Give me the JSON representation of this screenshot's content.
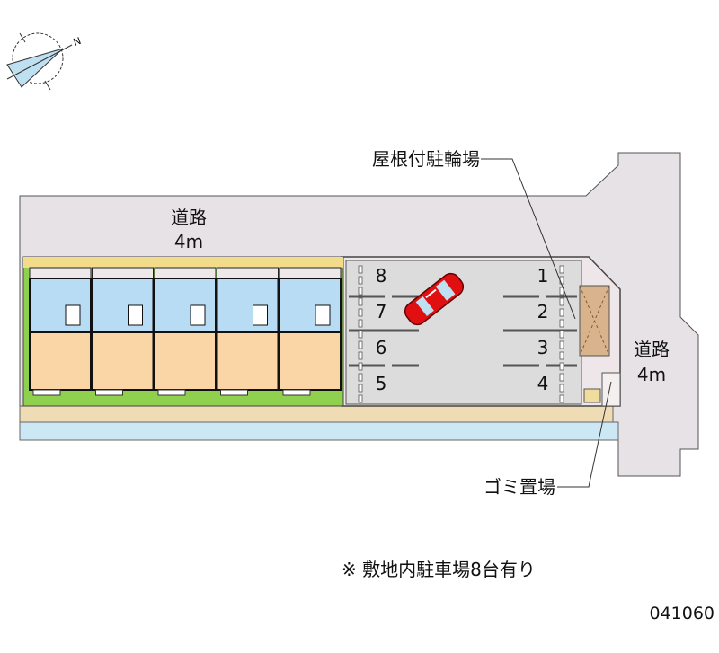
{
  "compass": {
    "north_label": "N"
  },
  "roads": {
    "top": {
      "name": "道路",
      "width": "4m"
    },
    "right": {
      "name": "道路",
      "width": "4m"
    }
  },
  "callouts": {
    "bicycle_parking": "屋根付駐輪場",
    "garbage": "ゴミ置場"
  },
  "parking_spaces": [
    "1",
    "2",
    "3",
    "4",
    "5",
    "6",
    "7",
    "8"
  ],
  "units": 5,
  "footnote": "※ 敷地内駐車場8台有り",
  "property_code": "041060",
  "colors": {
    "road": "#e6e2e6",
    "parking": "#dcdcdc",
    "room": "#fad5a5",
    "wet_area": "#b9dcf5",
    "garden": "#8fd14f",
    "sidewalk": "#f0dcb4",
    "waterway": "#cde8f5",
    "bike_shelter": "#d9b38c",
    "car": "#e01010"
  }
}
